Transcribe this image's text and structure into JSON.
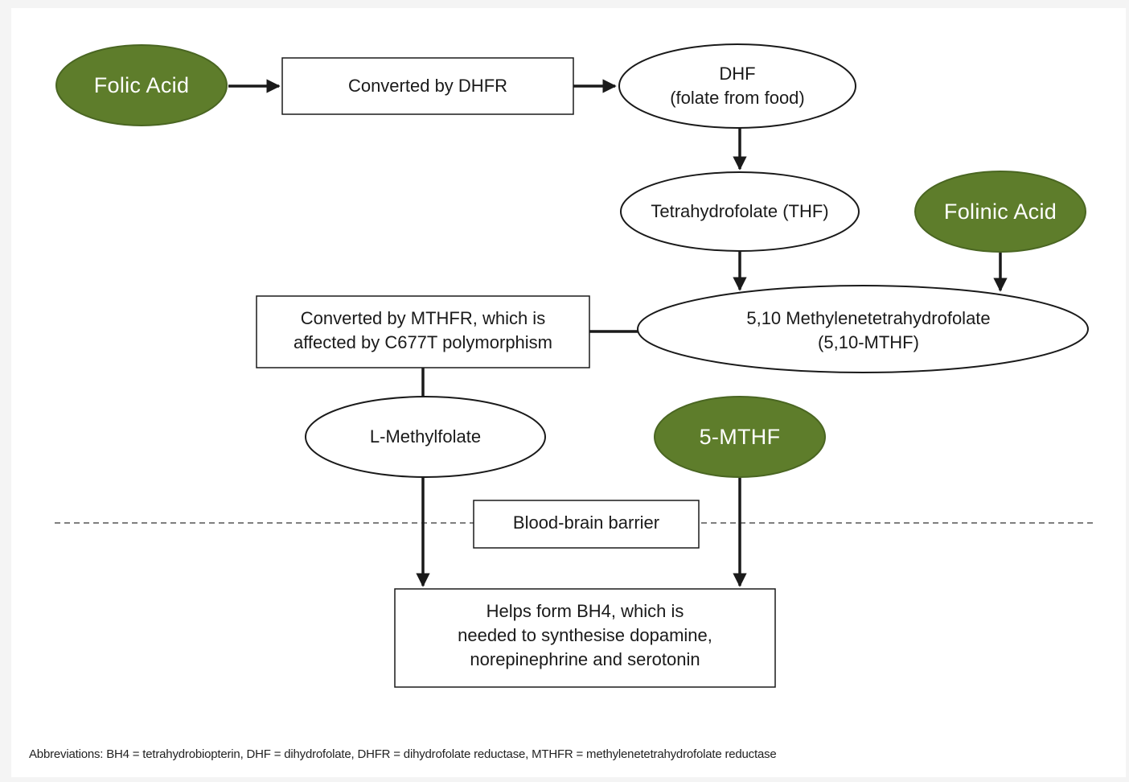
{
  "nodes": {
    "folic_acid": "Folic Acid",
    "converted_dhfr": "Converted by DHFR",
    "dhf": "DHF\n(folate from food)",
    "thf": "Tetrahydrofolate (THF)",
    "folinic_acid": "Folinic Acid",
    "mthf_510": "5,10 Methylenetetrahydrofolate\n(5,10-MTHF)",
    "converted_mthfr": "Converted by MTHFR, which is\naffected by C677T polymorphism",
    "l_methylfolate": "L-Methylfolate",
    "mthf_5": "5-MTHF",
    "bbb": "Blood-brain barrier",
    "bh4": "Helps form BH4, which is\nneeded to synthesise dopamine,\nnorepinephrine and serotonin"
  },
  "footer": {
    "abbreviations": "Abbreviations: BH4 = tetrahydrobiopterin, DHF = dihydrofolate, DHFR = dihydrofolate reductase, MTHFR = methylenetetrahydrofolate reductase"
  },
  "colors": {
    "green": "#5e7d2b",
    "stroke": "#1a1a1a"
  }
}
